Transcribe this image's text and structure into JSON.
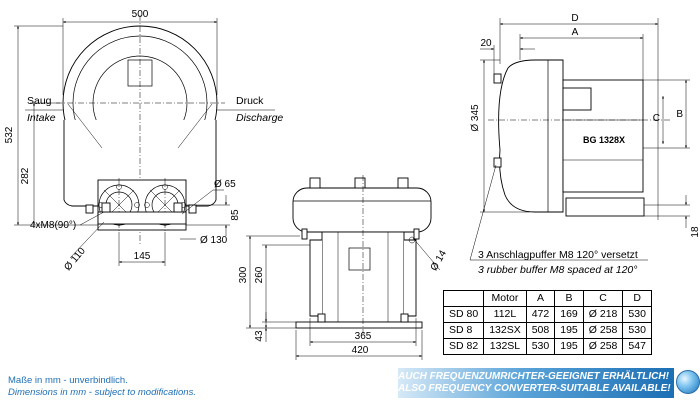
{
  "front_view": {
    "dim_width": "500",
    "dim_height_total": "532",
    "dim_axis_height": "282",
    "dim_base_height": "85",
    "dim_flange_outer": "Ø 65",
    "dim_flange_inner": "Ø 110",
    "dim_bolt_circle": "Ø 130",
    "dim_flange_spacing": "145",
    "bolt_label": "4xM8(90°)",
    "intake_de": "Saug",
    "intake_en": "Intake",
    "discharge_de": "Druck",
    "discharge_en": "Discharge"
  },
  "bottom_view": {
    "dim_300": "300",
    "dim_260": "260",
    "dim_43": "43",
    "dim_365": "365",
    "dim_420": "420",
    "dim_hole": "Ø 14"
  },
  "side_view": {
    "dim_D": "D",
    "dim_A": "A",
    "dim_20": "20",
    "dim_diameter": "Ø 345",
    "dim_B": "B",
    "dim_C": "C",
    "dim_18": "18",
    "model_label": "BG 1328X",
    "buffer_de": "3 Anschlagpuffer M8 120° versetzt",
    "buffer_en": "3 rubber buffer M8 spaced at 120°"
  },
  "table": {
    "header": [
      "",
      "Motor",
      "A",
      "B",
      "C",
      "D"
    ],
    "rows": [
      [
        "SD 80",
        "112L",
        "472",
        "169",
        "Ø 218",
        "530"
      ],
      [
        "SD 8",
        "132SX",
        "508",
        "195",
        "Ø 258",
        "530"
      ],
      [
        "SD 82",
        "132SL",
        "530",
        "195",
        "Ø 258",
        "547"
      ]
    ]
  },
  "note": {
    "line1": "Maße in mm - unverbindlich.",
    "line2": "Dimensions in mm - subject to modifications."
  },
  "banner": {
    "line1": "AUCH FREQUENZUMRICHTER-GEEIGNET ERHÄLTLICH!",
    "line2": "ALSO FREQUENCY CONVERTER-SUITABLE AVAILABLE!"
  },
  "icons": {
    "globe": "globe-icon"
  }
}
